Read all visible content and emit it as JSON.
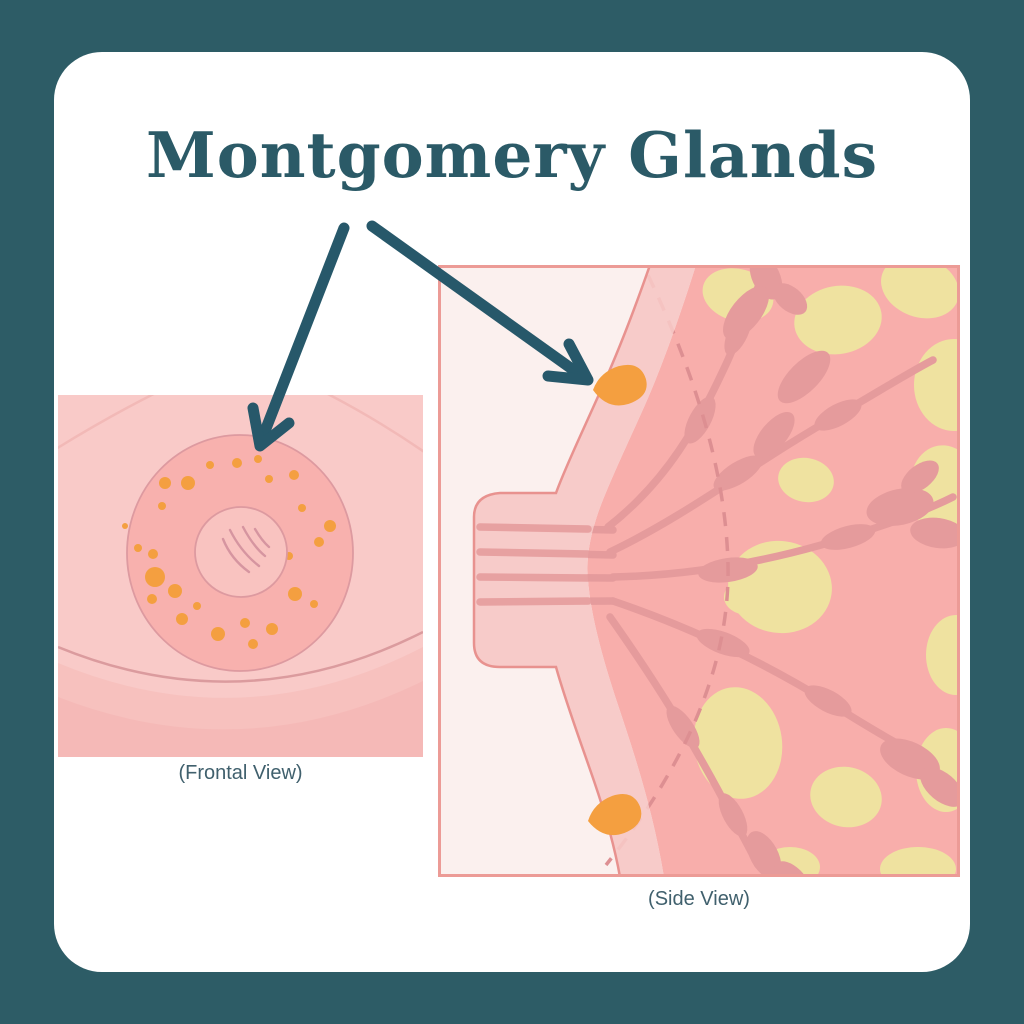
{
  "page": {
    "background_color": "#2d5c66",
    "card_color": "#ffffff"
  },
  "title": {
    "text": "Montgomery Glands",
    "color": "#2b5a67"
  },
  "palette": {
    "arrow_teal": "#27586a",
    "label_teal": "#40606d",
    "frontal_bg_pink": "#f9cac8",
    "areola_pink": "#f8b1ae",
    "nipple_pink": "#f9c3c0",
    "outline_rose": "#dd9aa0",
    "gland_orange": "#f49f40",
    "side_bg": "#fbf0ee",
    "skin_band_pink": "#f6c8c6",
    "breast_tissue_pink": "#f8aeab",
    "duct_rose": "#e59b9c",
    "fat_yellow": "#efe2a0",
    "dashed_rose": "#dd8f92",
    "side_border_rose": "#ec9b96"
  },
  "frontal_view": {
    "label": "(Frontal View)",
    "gland_dots": [
      [
        179,
        68,
        5
      ],
      [
        200,
        64,
        4
      ],
      [
        211,
        84,
        4
      ],
      [
        236,
        80,
        5
      ],
      [
        107,
        88,
        6
      ],
      [
        130,
        88,
        7
      ],
      [
        104,
        111,
        4
      ],
      [
        244,
        113,
        4
      ],
      [
        272,
        131,
        6
      ],
      [
        80,
        153,
        4
      ],
      [
        95,
        159,
        5
      ],
      [
        261,
        147,
        5
      ],
      [
        97,
        182,
        10
      ],
      [
        117,
        196,
        7
      ],
      [
        94,
        204,
        5
      ],
      [
        139,
        211,
        4
      ],
      [
        124,
        224,
        6
      ],
      [
        160,
        239,
        7
      ],
      [
        187,
        228,
        5
      ],
      [
        214,
        234,
        6
      ],
      [
        237,
        199,
        7
      ],
      [
        256,
        209,
        4
      ],
      [
        195,
        249,
        5
      ],
      [
        152,
        70,
        4
      ],
      [
        231,
        161,
        4
      ],
      [
        67,
        131,
        3
      ]
    ]
  },
  "side_view": {
    "label": "(Side View)"
  }
}
